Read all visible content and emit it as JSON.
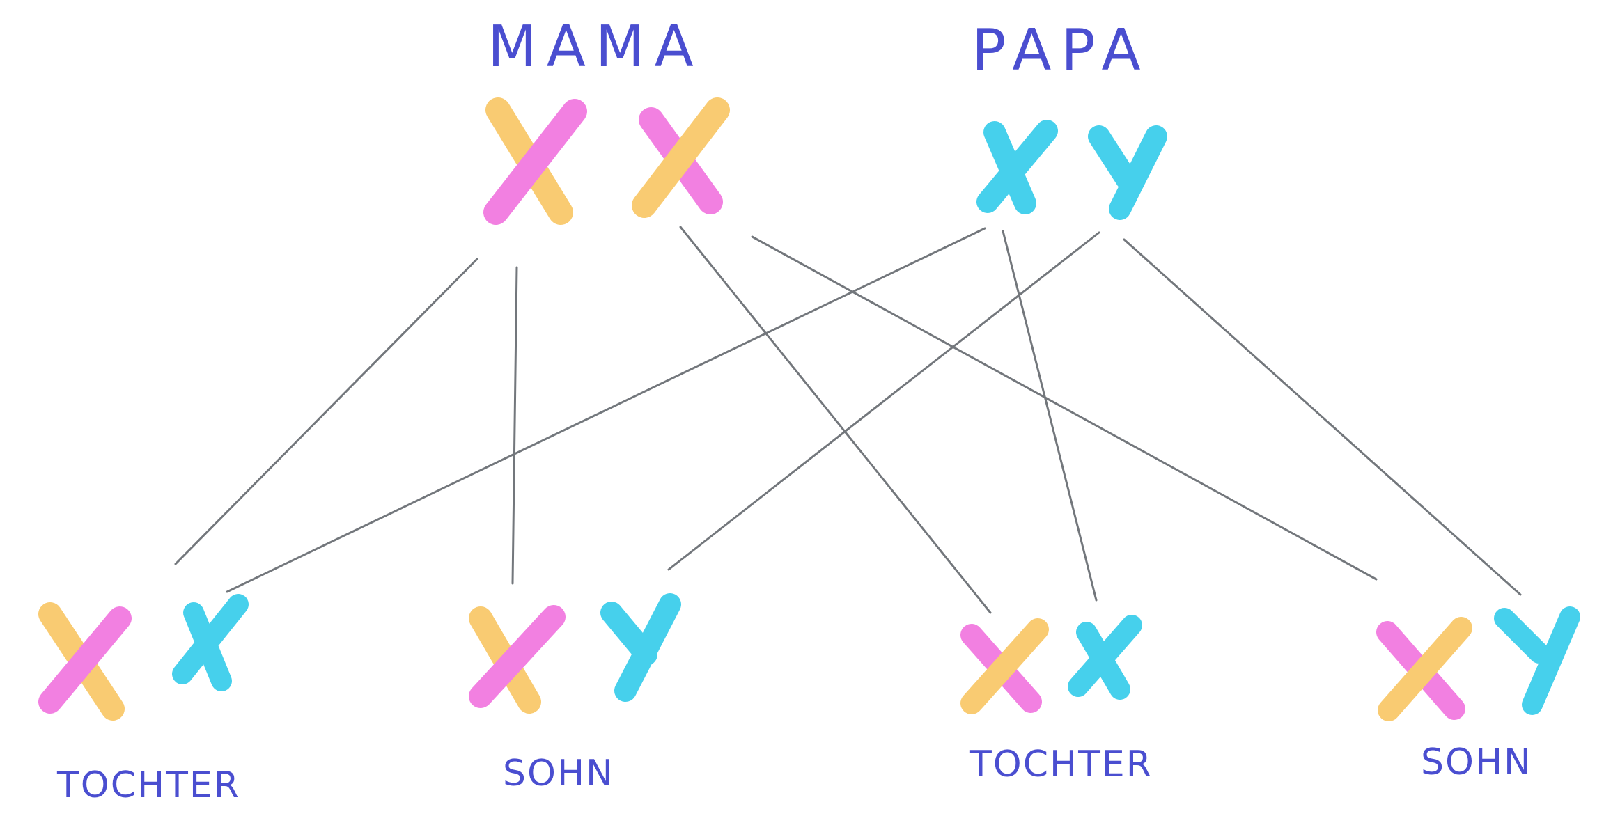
{
  "colors": {
    "label": "#4a4ed0",
    "yellow": "#f8c35a",
    "pink": "#f06bdc",
    "cyan": "#33ccea",
    "line": "#555a60"
  },
  "parents": [
    {
      "name": "MAMA"
    },
    {
      "name": "PAPA"
    }
  ],
  "children": [
    {
      "name": "TOCHTER"
    },
    {
      "name": "SOHN"
    },
    {
      "name": "TOCHTER"
    },
    {
      "name": "SOHN"
    }
  ],
  "chromosomes": {
    "x_letter": "X",
    "y_letter": "Y"
  }
}
